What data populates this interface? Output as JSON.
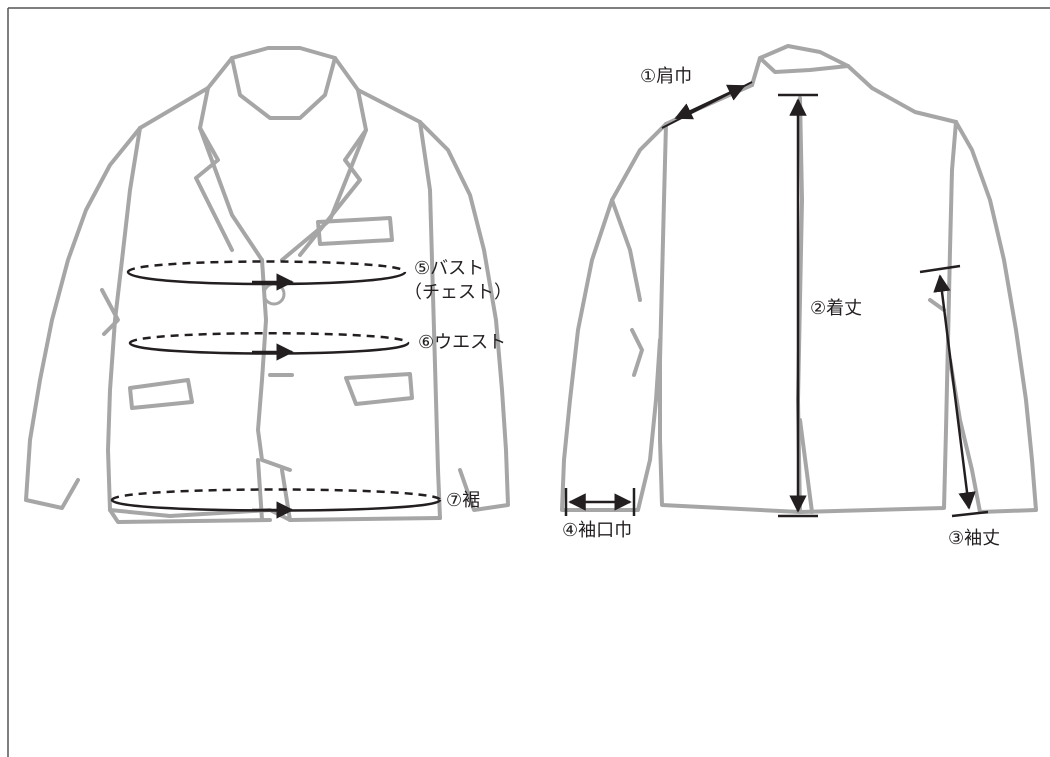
{
  "diagram": {
    "front_labels": {
      "bust_line1": "⑤バスト",
      "bust_line2": "（チェスト）",
      "waist": "⑥ウエスト",
      "hem": "⑦裾"
    },
    "back_labels": {
      "shoulder": "①肩巾",
      "length": "②着丈",
      "sleeve_length": "③袖丈",
      "cuff_width": "④袖口巾"
    },
    "colors": {
      "sketch": "#a6a6a6",
      "measure": "#231f20",
      "border": "#555555"
    }
  }
}
